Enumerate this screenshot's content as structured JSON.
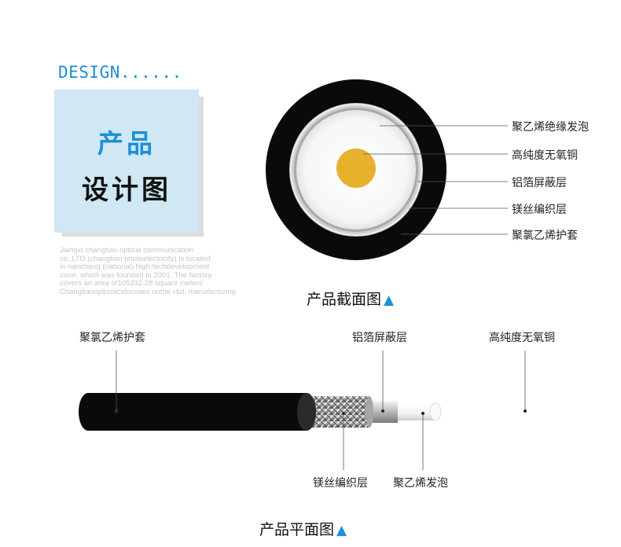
{
  "header": {
    "design_text": "DESIGN......",
    "card_line1": "产品",
    "card_line2": "设计图"
  },
  "company_info": [
    "Jiangxi changtian optical communication",
    "co.,LTD.(changtian photoelectricity) is located",
    "in nanchang (national) high-techdevelopment",
    "zone, which was founded in 2001. The factory",
    "covers an area of105332.28 square meters",
    "Changtianoptronicsfocuses onthe r&d, manufacturing"
  ],
  "cross_section": {
    "caption": "产品截面图",
    "caption_marker": "▲",
    "labels": [
      "聚乙烯绝缘发泡",
      "高纯度无氧铜",
      "铝箔屏蔽层",
      "镁丝编织层",
      "聚氯乙烯护套"
    ]
  },
  "side_view": {
    "caption": "产品平面图",
    "caption_marker": "▲",
    "label_sheath": "聚氯乙烯护套",
    "label_foil": "铝箔屏蔽层",
    "label_copper": "高纯度无氧铜",
    "label_braid": "镁丝编织层",
    "label_foam": "聚乙烯发泡"
  },
  "colors": {
    "accent": "#1e8fd6",
    "card_bg": "#cfe8f3",
    "copper": "#e6b12c",
    "sheath": "#0a0a0a"
  }
}
